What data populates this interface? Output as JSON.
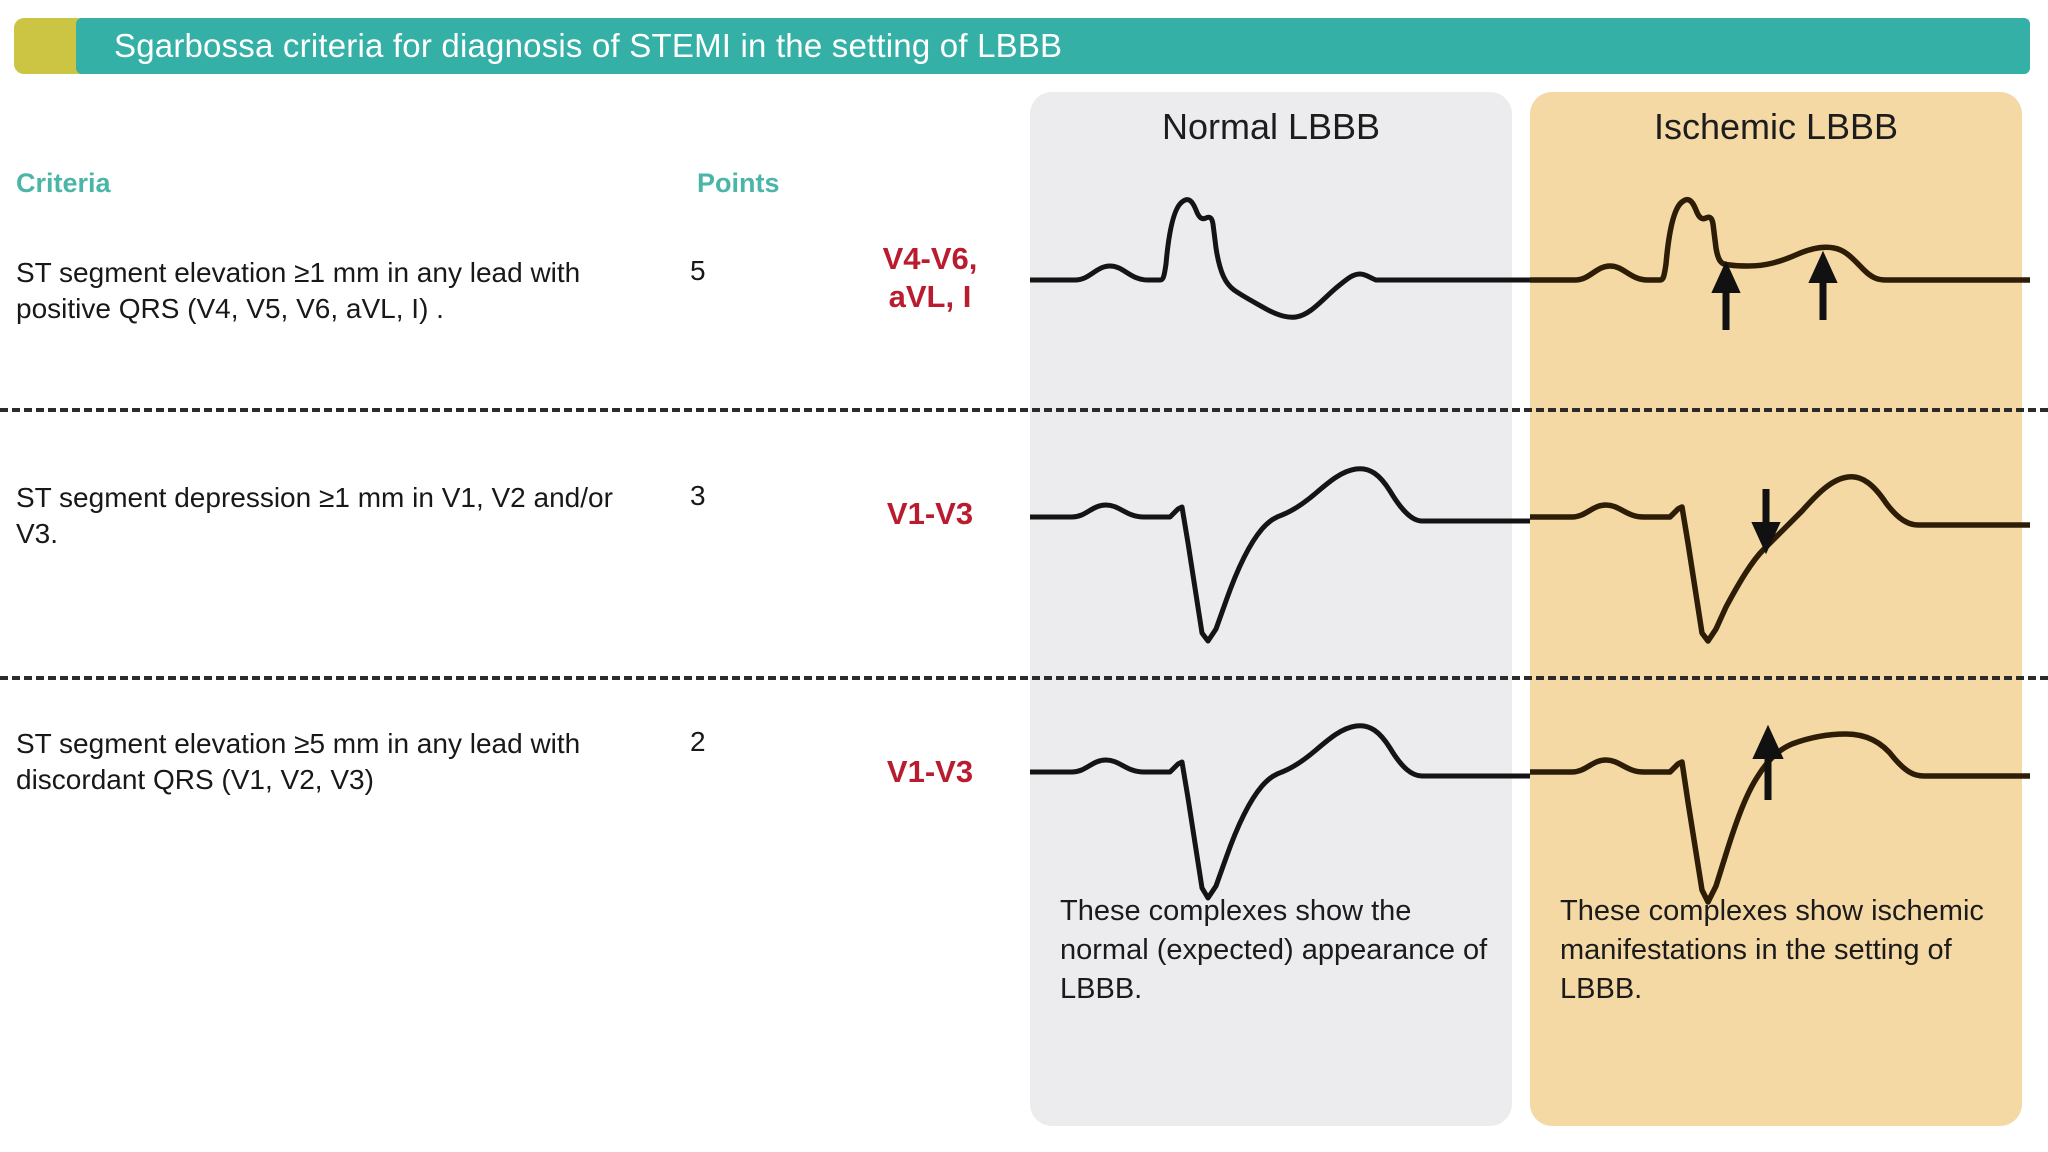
{
  "title": {
    "text": "Sgarbossa criteria for diagnosis of STEMI in the setting of LBBB",
    "bar_color": "#35b0a7",
    "tab_color": "#ccc544",
    "text_color": "#ffffff"
  },
  "table": {
    "headers": {
      "criteria": "Criteria",
      "points": "Points"
    },
    "header_color": "#4bb6a8",
    "lead_label_color": "#b81c2e",
    "rows": [
      {
        "criteria": "ST segment elevation ≥1 mm in any lead with positive QRS (V4, V5, V6, aVL, I) .",
        "points": "5",
        "leads": "V4-V6,\naVL, I"
      },
      {
        "criteria": "ST segment depression ≥1 mm in V1, V2 and/or V3.",
        "points": "3",
        "leads": "V1-V3"
      },
      {
        "criteria": "ST segment elevation ≥5 mm in any lead with discordant QRS (V1, V2, V3)",
        "points": "2",
        "leads": "V1-V3"
      }
    ]
  },
  "panels": {
    "normal": {
      "title": "Normal LBBB",
      "background": "#ececee",
      "caption": "These complexes show the normal (expected) appearance of LBBB.",
      "traces": [
        {
          "name": "normal-lbbb-v4-v6",
          "description": "P wave, tall notched R wave (positive QRS), discordant inverted T wave",
          "arrows": []
        },
        {
          "name": "normal-lbbb-v1-v3-depression-row",
          "description": "P wave, deep QS complex (negative QRS), discordant upright T wave",
          "arrows": []
        },
        {
          "name": "normal-lbbb-v1-v3-elevation-row",
          "description": "P wave, deep QS complex (negative QRS), discordant upright T wave",
          "arrows": []
        }
      ]
    },
    "ischemic": {
      "title": "Ischemic LBBB",
      "background": "#f5d9a4",
      "caption": "These complexes show ischemic manifestations in the setting of LBBB.",
      "traces": [
        {
          "name": "ischemic-concordant-st-elevation",
          "description": "Notched R wave with concordant ST segment elevation",
          "arrows": [
            "up",
            "up"
          ]
        },
        {
          "name": "ischemic-concordant-st-depression",
          "description": "Deep QS complex with concordant ST segment depression",
          "arrows": [
            "down"
          ]
        },
        {
          "name": "ischemic-excessive-discordant-st-elevation",
          "description": "Deep QS complex with excessively discordant ST elevation ≥5 mm",
          "arrows": [
            "up"
          ]
        }
      ]
    }
  }
}
